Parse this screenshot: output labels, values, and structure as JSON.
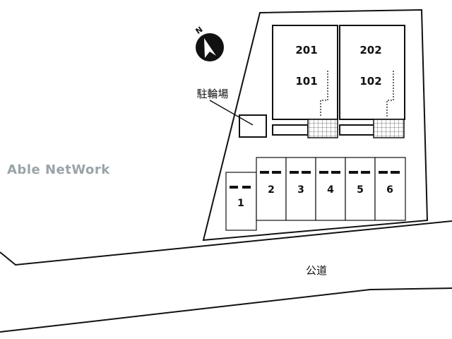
{
  "watermark": "Able NetWork",
  "labels": {
    "bicycle_parking": "駐輪場",
    "public_road": "公道"
  },
  "compass": {
    "north_label": "N"
  },
  "buildings": [
    {
      "units": [
        "201",
        "101"
      ]
    },
    {
      "units": [
        "202",
        "102"
      ]
    }
  ],
  "parking_spaces": [
    "1",
    "2",
    "3",
    "4",
    "5",
    "6"
  ]
}
